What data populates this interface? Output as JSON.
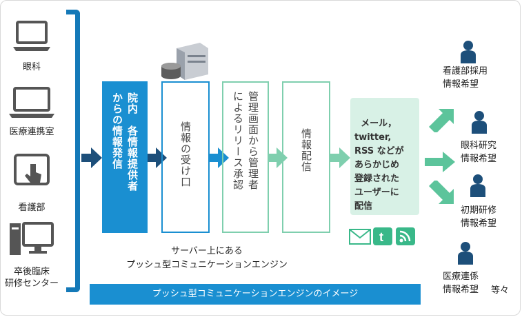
{
  "sources": [
    {
      "label": "眼科",
      "icon": "laptop-icon"
    },
    {
      "label": "医療連携室",
      "icon": "laptop-icon"
    },
    {
      "label": "看護部",
      "icon": "tablet-icon"
    },
    {
      "label": "卒後臨床\n研修センター",
      "icon": "desktop-pc-icon"
    }
  ],
  "flow": {
    "providers": "院内　各情報提供者\nからの情報発信",
    "reception": "情報の受け口",
    "management": "管理画面から管理者\nによるリリース承認",
    "distribution": "情報配信",
    "channels": "メール，\ntwitter,\nRSS などが\nあらかじめ\n登録された\nユーザーに\n配信"
  },
  "server_caption": "サーバー上にある\nプッシュ型コミュニケーションエンジン",
  "engine_bar": "プッシュ型コミュニケーションエンジンのイメージ",
  "targets": [
    {
      "label": "看護部採用\n情報希望"
    },
    {
      "label": "眼科研究\n情報希望"
    },
    {
      "label": "初期研修\n情報希望"
    },
    {
      "label": "医療連係\n情報希望"
    }
  ],
  "etc": "等々",
  "colors": {
    "blue": "#1479b8",
    "lightblue": "#1a8fd1",
    "green": "#7fcfae",
    "darkgreen": "#39b889",
    "navy": "#1d4f7a"
  }
}
